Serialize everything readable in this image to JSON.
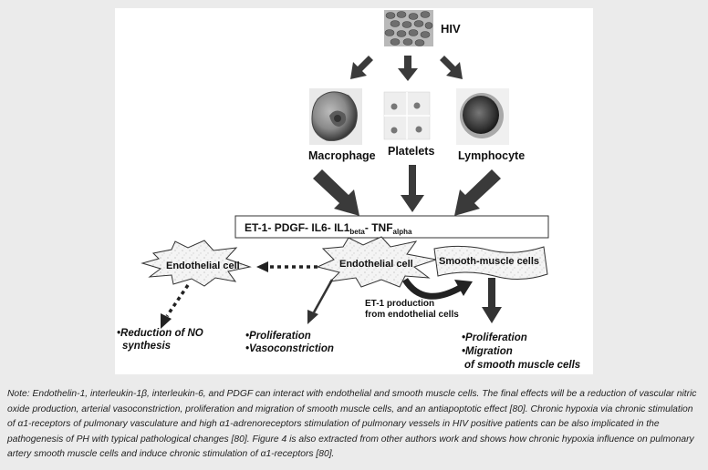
{
  "nodes": {
    "hiv": "HIV",
    "macrophage": "Macrophage",
    "platelets": "Platelets",
    "lymphocyte": "Lymphocyte",
    "endothelial_cell_left": "Endothelial cell",
    "endothelial_cell_center": "Endothelial cell",
    "smooth_muscle_cells": "Smooth-muscle cells",
    "et1_production_line1": "ET-1 production",
    "et1_production_line2": "from endothelial cells"
  },
  "mediators": {
    "et1": "ET-1-",
    "pdgf": "PDGF-",
    "il6": "IL6-",
    "il1": "IL1",
    "il1_sub": "beta",
    "dash": "-",
    "tnf": "TNF",
    "tnf_sub": "alpha"
  },
  "outcomes": {
    "no_line1": "•Reduction of NO",
    "no_line2": "synthesis",
    "prolif_line1": "•Proliferation",
    "prolif_line2": "•Vasoconstriction",
    "smc_line1": "•Proliferation",
    "smc_line2": "•Migration",
    "smc_line3": "of smooth muscle cells"
  },
  "caption": "Note: Endothelin-1, interleukin-1β, interleukin-6, and PDGF can interact with endothelial and smooth muscle cells. The final effects will be a reduction of vascular nitric oxide production, arterial vasoconstriction, proliferation and migration of smooth muscle cells, and an antiapoptotic effect [80]. Chronic hypoxia via chronic stimulation of α1-receptors of pulmonary vasculature and high α1-adrenoreceptors stimulation of pulmonary vessels in HIV positive patients can be also implicated in the pathogenesis of PH with typical pathological changes [80]. Figure 4 is also extracted from other authors work and shows how chronic hypoxia influence on pulmonary artery smooth muscle cells and induce chronic stimulation of α1-receptors [80]."
}
